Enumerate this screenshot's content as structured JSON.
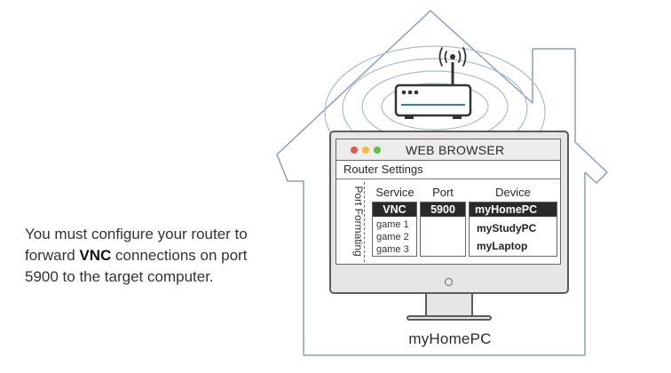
{
  "caption": {
    "part1": "You must configure your router to forward ",
    "bold": "VNC",
    "part2": " connections on port 5900 to the target computer."
  },
  "browser": {
    "title": "WEB BROWSER",
    "settings_label": "Router Settings",
    "side_label": "Port Formating",
    "columns": {
      "service": "Service",
      "port": "Port",
      "device": "Device"
    },
    "service_selected": "VNC",
    "games": [
      "game 1",
      "game 2",
      "game 3"
    ],
    "port_selected": "5900",
    "device_selected": "myHomePC",
    "devices": [
      "myStudyPC",
      "myLaptop"
    ]
  },
  "house_label": "myHomePC",
  "colors": {
    "house_outline": "#8aa2b6",
    "highlight": "#2a2a2a",
    "dot_red": "#e2584f",
    "dot_yellow": "#efbc3a",
    "dot_green": "#5fc14d"
  },
  "icons": [
    "router-icon",
    "wifi-signal-icon",
    "monitor-icon",
    "power-button-icon"
  ]
}
